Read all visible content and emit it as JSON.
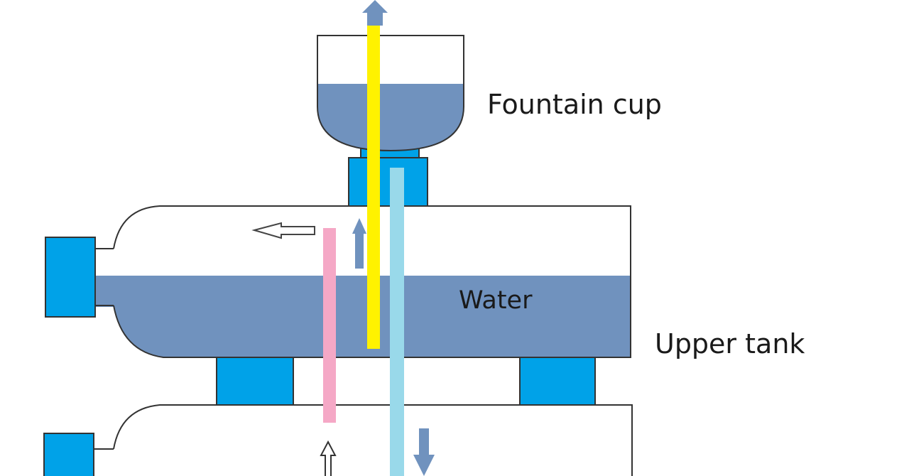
{
  "labels": {
    "fountain_cup": "Fountain cup",
    "water": "Water",
    "upper_tank": "Upper tank"
  },
  "colors": {
    "water": "#7092be",
    "connector": "#00a2e8",
    "outline": "#333333",
    "yellow_pipe": "#fff200",
    "pink_pipe": "#f5a8c6",
    "light_blue_pipe": "#99d9ea",
    "flow_arrow": "#7092be"
  },
  "icons": {
    "up_arrow": "arrow-up-icon",
    "down_arrow": "arrow-down-icon",
    "left_hollow_arrow": "hollow-arrow-left-icon",
    "up_hollow_arrow": "hollow-arrow-up-icon"
  }
}
